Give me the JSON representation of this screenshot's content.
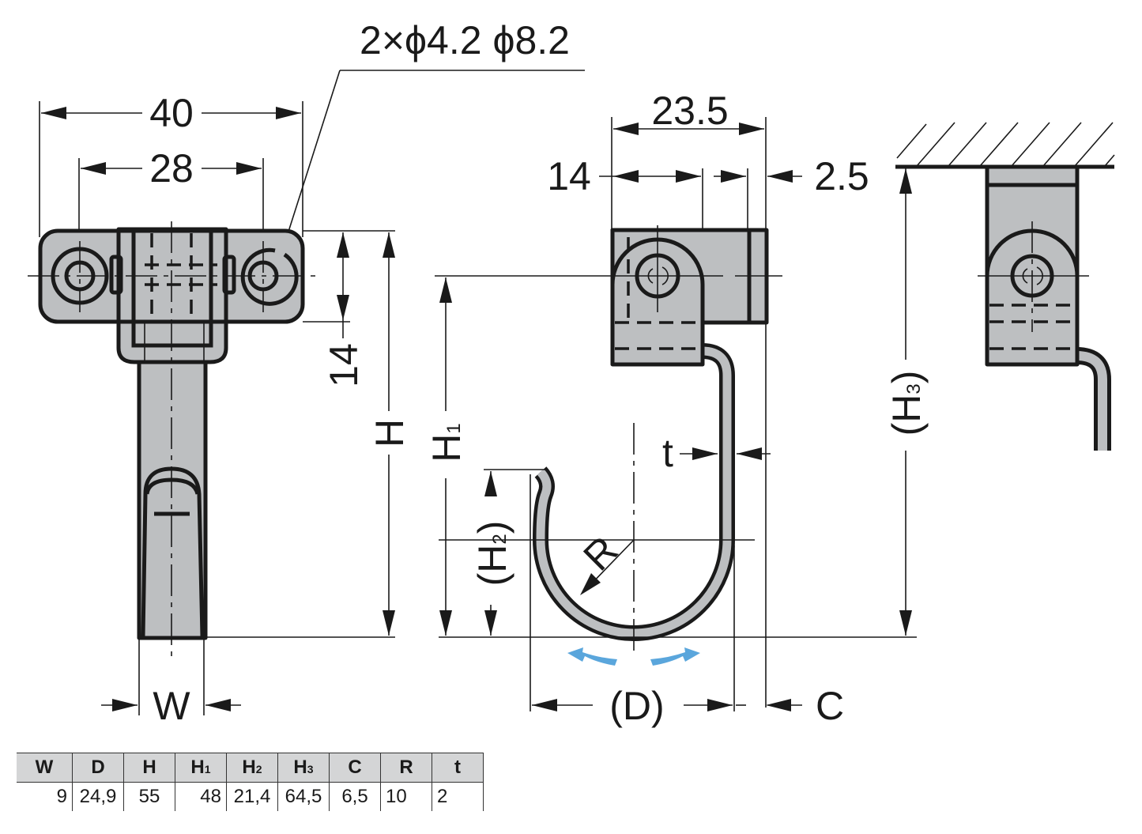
{
  "drawing": {
    "callout_holes": "2×ϕ4.2 ϕ8.2",
    "dim_40": "40",
    "dim_28": "28",
    "dim_14_vertical": "14",
    "label_H": "H",
    "label_W": "W",
    "dim_23_5": "23.5",
    "dim_14": "14",
    "dim_2_5": "2.5",
    "label_H1": "H",
    "label_H1_sub": "1",
    "label_H2": "(H",
    "label_H2_sub": "2",
    "label_H2_close": ")",
    "label_H3": "(H",
    "label_H3_sub": "3",
    "label_H3_close": ")",
    "label_t": "t",
    "label_R": "R",
    "label_D": "(D)",
    "label_C": "C",
    "colors": {
      "part_fill": "#bdbfc1",
      "line": "#1a1a1a",
      "rotation_arrow": "#5aa6dc",
      "table_header": "#d4d5d6"
    }
  },
  "table": {
    "headers": [
      {
        "main": "W",
        "sub": ""
      },
      {
        "main": "D",
        "sub": ""
      },
      {
        "main": "H",
        "sub": ""
      },
      {
        "main": "H",
        "sub": "1"
      },
      {
        "main": "H",
        "sub": "2"
      },
      {
        "main": "H",
        "sub": "3"
      },
      {
        "main": "C",
        "sub": ""
      },
      {
        "main": "R",
        "sub": ""
      },
      {
        "main": "t",
        "sub": ""
      }
    ],
    "values": [
      "9",
      "24,9",
      "55",
      "48",
      "21,4",
      "64,5",
      "6,5",
      "10",
      "2"
    ]
  }
}
